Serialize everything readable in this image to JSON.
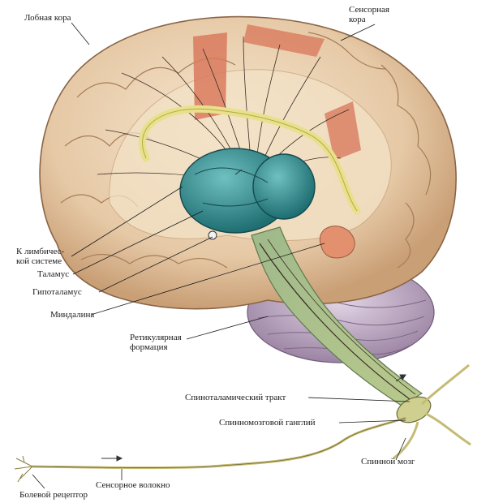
{
  "labels": {
    "frontal_cortex": "Лобная кора",
    "sensory_cortex": "Сенсорная\nкора",
    "to_limbic": "К лимбичес-\nкой системе",
    "thalamus": "Таламус",
    "hypothalamus": "Гипоталамус",
    "amygdala": "Миндалина",
    "reticular": "Ретикулярная\nформация",
    "spinothalamic": "Спиноталамический тракт",
    "spinal_ganglion": "Спинномозговой ганглий",
    "spinal_cord": "Спинной мозг",
    "sensory_fiber": "Сенсорное волокно",
    "pain_receptor": "Болевой рецептор"
  },
  "colors": {
    "cortex": "#e9cfb0",
    "cortex_dark": "#b8906a",
    "sensory_strip": "#d97a5e",
    "thalamus": "#2f8f8f",
    "pathway": "#e8e08a",
    "cerebellum": "#b8a3bd",
    "brainstem": "#8fae7c"
  }
}
